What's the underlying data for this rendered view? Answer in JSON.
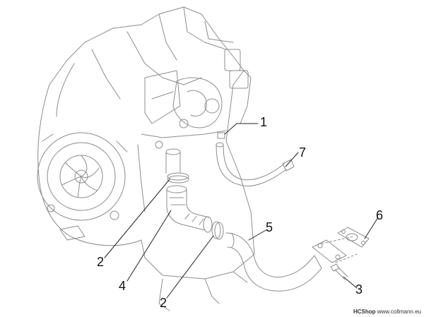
{
  "callouts": {
    "c1": "1",
    "c2a": "2",
    "c2b": "2",
    "c3": "3",
    "c4": "4",
    "c5": "5",
    "c6": "6",
    "c7": "7"
  },
  "watermark": {
    "brand": "HCShop",
    "site": "www.collmann.eu"
  },
  "colors": {
    "line": "#8c8c8c",
    "dark_line": "#222222",
    "text": "#111111"
  }
}
